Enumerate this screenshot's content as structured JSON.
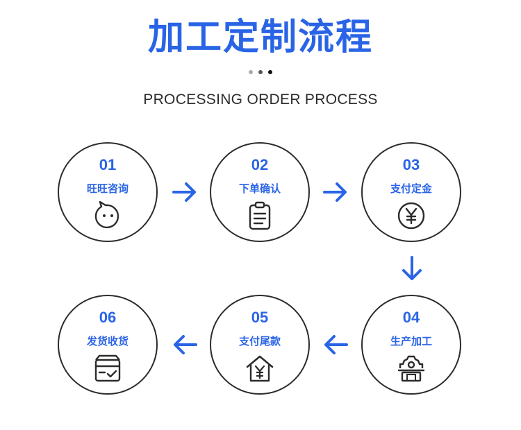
{
  "title": "加工定制流程",
  "subtitle": "PROCESSING ORDER PROCESS",
  "colors": {
    "accent": "#2a64e6",
    "outline": "#2b2b2b"
  },
  "steps": [
    {
      "num": "01",
      "label": "旺旺咨询",
      "icon": "chat-face-icon"
    },
    {
      "num": "02",
      "label": "下单确认",
      "icon": "clipboard-icon"
    },
    {
      "num": "03",
      "label": "支付定金",
      "icon": "yen-coin-icon"
    },
    {
      "num": "04",
      "label": "生产加工",
      "icon": "factory-gear-icon"
    },
    {
      "num": "05",
      "label": "支付尾款",
      "icon": "yen-house-icon"
    },
    {
      "num": "06",
      "label": "发货收货",
      "icon": "delivery-box-icon"
    }
  ]
}
